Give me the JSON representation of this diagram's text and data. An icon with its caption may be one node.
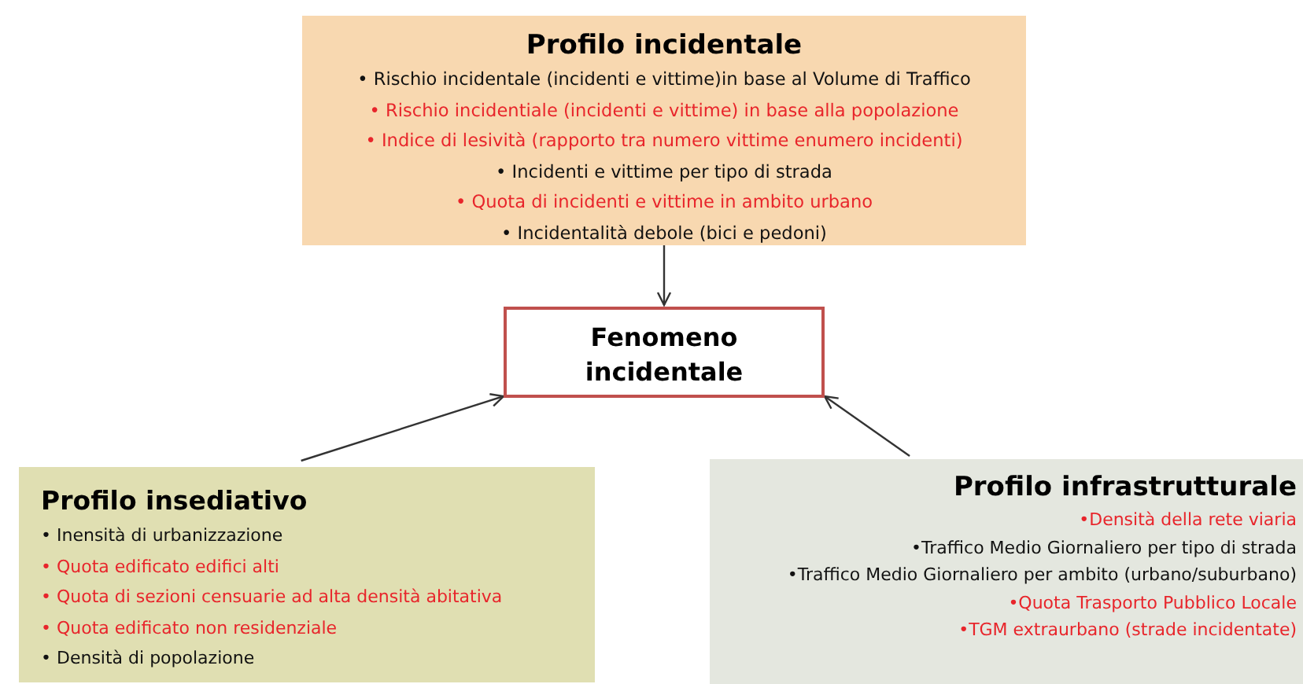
{
  "diagram": {
    "nodes": [
      {
        "text": [
          "Profilo incidentale",
          "• Rischio incidentale (incidenti e vittime)in base al Volume di Traffico",
          "• Rischio incidentiale (incidenti e vittime) in base alla popolazione",
          "• Indice di lesività (rapporto tra numero vittime enumero incidenti)",
          "• Incidenti e vittime per tipo di strada",
          "• Quota di incidenti e vittime in ambito urbano",
          "• Incidentalità debole (bici e pedoni)"
        ]
      },
      {
        "text": [
          "Fenomeno incidentale"
        ]
      },
      {
        "text": [
          "Profilo insediativo",
          "• Inensità di urbanizzazione",
          "• Quota edificato edifici alti",
          "• Quota di sezioni censuarie ad alta densità abitativa",
          "• Quota edificato non residenziale",
          "• Densità di popolazione"
        ]
      },
      {
        "text": [
          "Profilo infrastrutturale",
          "•Densità della rete viaria",
          "•Traffico Medio Giornaliero per tipo di strada",
          "•Traffico Medio Giornaliero per ambito (urbano/suburbano)",
          "•Quota Trasporto Pubblico Locale",
          "•TGM extraurbano (strade incidentate)"
        ]
      }
    ],
    "edges": [
      {
        "from": 0,
        "to": 1,
        "arrow": "to"
      },
      {
        "from": 2,
        "to": 1,
        "arrow": "to"
      },
      {
        "from": 3,
        "to": 1,
        "arrow": "to"
      }
    ]
  }
}
